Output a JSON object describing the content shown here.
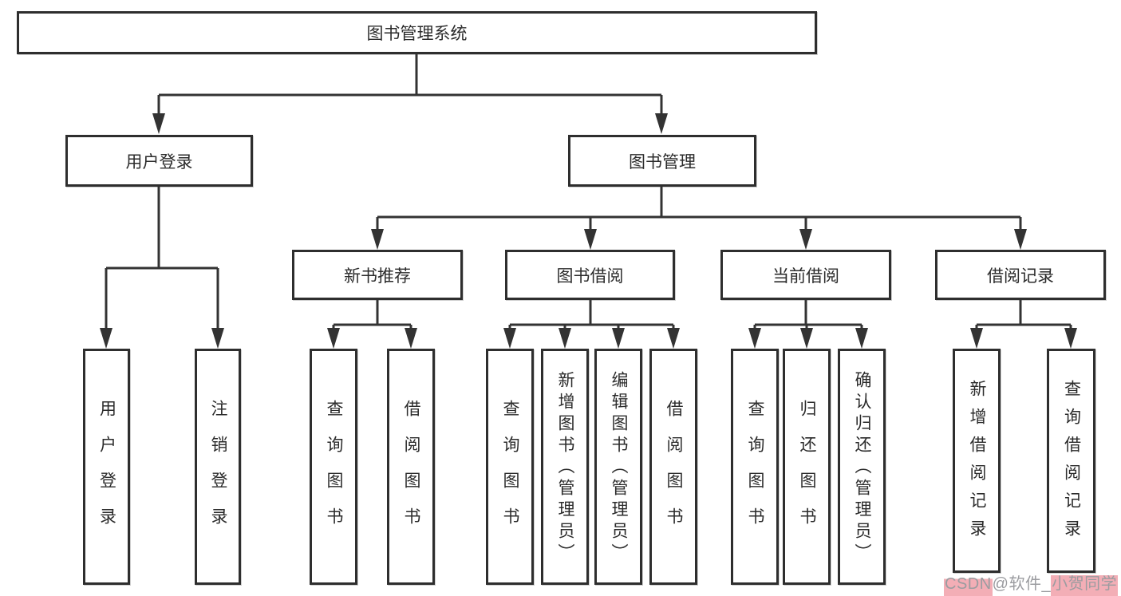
{
  "diagram": {
    "tree": {
      "root": {
        "label": "图书管理系统"
      },
      "children": [
        {
          "label": "用户登录",
          "children": [
            {
              "label": "用户登录"
            },
            {
              "label": "注销登录"
            }
          ]
        },
        {
          "label": "图书管理",
          "children": [
            {
              "label": "新书推荐",
              "children": [
                {
                  "label": "查询图书"
                },
                {
                  "label": "借阅图书"
                }
              ]
            },
            {
              "label": "图书借阅",
              "children": [
                {
                  "label": "查询图书"
                },
                {
                  "label": "新增图书（管理员）"
                },
                {
                  "label": "编辑图书（管理员）"
                },
                {
                  "label": "借阅图书"
                }
              ]
            },
            {
              "label": "当前借阅",
              "children": [
                {
                  "label": "查询图书"
                },
                {
                  "label": "归还图书"
                },
                {
                  "label": "确认归还（管理员）"
                }
              ]
            },
            {
              "label": "借阅记录",
              "children": [
                {
                  "label": "新增借阅记录"
                },
                {
                  "label": "查询借阅记录"
                }
              ]
            }
          ]
        }
      ]
    }
  },
  "watermark": {
    "full_text": "CSDN @软件_小贺同学",
    "segments": [
      {
        "text": "CSDN",
        "highlighted": true
      },
      {
        "text": " @软件_",
        "highlighted": false
      },
      {
        "text": "小贺同学",
        "highlighted": true
      }
    ]
  },
  "colors": {
    "line": "#333333",
    "box_border": "#2e2e2e",
    "box_fill": "#ffffff",
    "text": "#2b2b2b",
    "watermark_text": "#9b9ca0",
    "watermark_highlight": "#f3aeb6",
    "background": "#ffffff"
  }
}
